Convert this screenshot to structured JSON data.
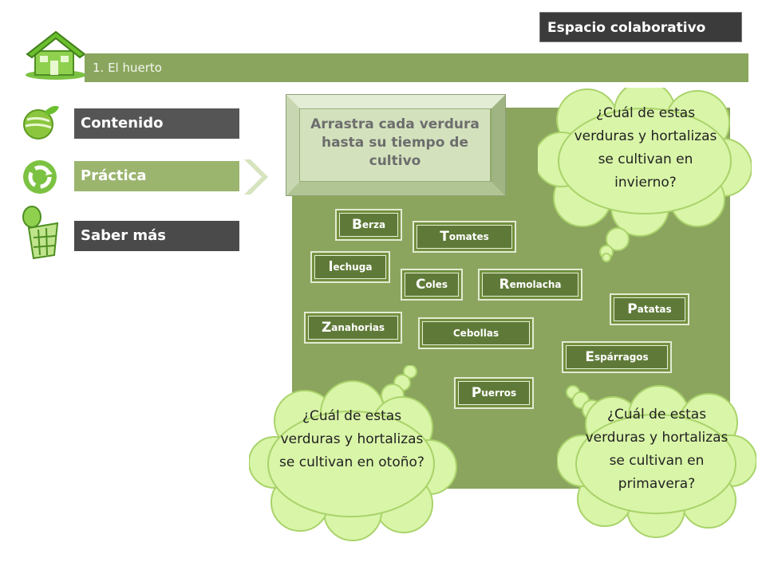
{
  "header": {
    "collab_button": "Espacio colaborativo",
    "topic": "1. El huerto"
  },
  "nav": {
    "items": [
      {
        "label": "Contenido"
      },
      {
        "label": "Práctica"
      },
      {
        "label": "Saber más"
      }
    ]
  },
  "activity": {
    "instruction": "Arrastra cada verdura hasta su tiempo de cultivo",
    "tiles": [
      {
        "initial": "B",
        "rest": "erza"
      },
      {
        "initial": "T",
        "rest": "omates"
      },
      {
        "initial": "l",
        "rest": "echuga"
      },
      {
        "initial": "C",
        "rest": "oles"
      },
      {
        "initial": "R",
        "rest": "emolacha"
      },
      {
        "initial": "P",
        "rest": "atatas"
      },
      {
        "initial": "Z",
        "rest": "anahorias"
      },
      {
        "initial": "",
        "rest": "Cebollas"
      },
      {
        "initial": "E",
        "rest": "spárragos"
      },
      {
        "initial": "P",
        "rest": "uerros"
      }
    ],
    "targets": [
      {
        "question": "¿Cuál de estas verduras y hortalizas se cultivan en invierno?"
      },
      {
        "question": "¿Cuál de estas verduras y hortalizas se cultivan en otoño?"
      },
      {
        "question": "¿Cuál de estas verduras y hortalizas se cultivan en primavera?"
      }
    ]
  },
  "colors": {
    "accent_green": "#8aa65e",
    "board_green": "#8ba55f",
    "tile_green": "#5f7a38",
    "cloud_fill": "#d9f5a8",
    "nav_dark": "#555555",
    "nav_active": "#9bb56f"
  },
  "icons": {
    "home": "house-icon",
    "contenido": "leaf-globe-icon",
    "practica": "recycle-icon",
    "saber_mas": "recycle-bin-icon"
  }
}
